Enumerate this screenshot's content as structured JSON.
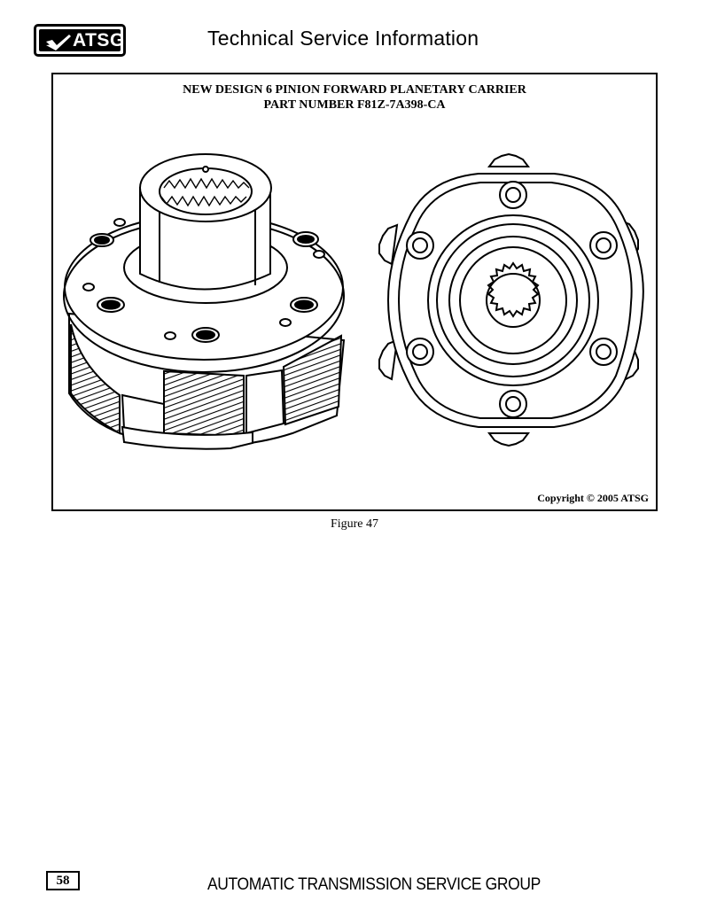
{
  "header": {
    "logo_text": "ATSG",
    "title": "Technical Service Information"
  },
  "figure": {
    "title_line1": "NEW DESIGN 6 PINION FORWARD PLANETARY CARRIER",
    "title_line2": "PART NUMBER  F81Z-7A398-CA",
    "copyright": "Copyright © 2005 ATSG",
    "caption": "Figure 47"
  },
  "footer": {
    "page_number": "58",
    "company": "AUTOMATIC TRANSMISSION SERVICE GROUP"
  }
}
